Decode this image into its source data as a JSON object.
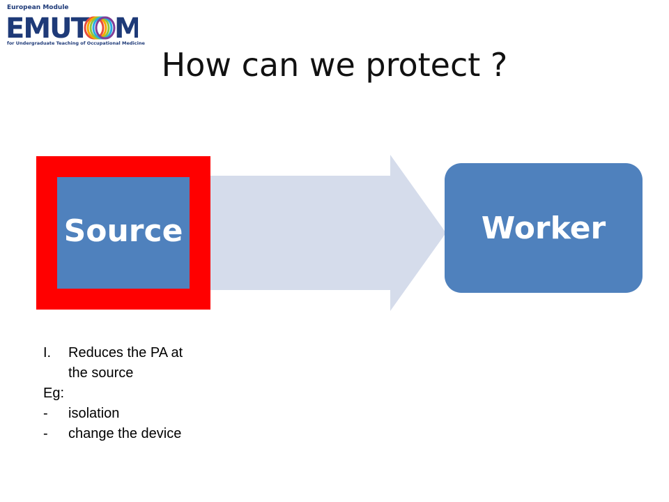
{
  "logo": {
    "top_text": "European Module",
    "word": "EMUTOOM",
    "bottom_text": "for Undergraduate Teaching of Occupational Medicine"
  },
  "title": "How can we protect ?",
  "diagram": {
    "source_label": "Source",
    "worker_label": "Worker",
    "box_color": "#4f81bd",
    "frame_color": "#ff0000",
    "arrow_color": "#d5dceb"
  },
  "notes": {
    "item_marker": "I.",
    "item_line1": "Reduces the PA at",
    "item_line2": "the source",
    "eg_label": "Eg:",
    "bullets": [
      {
        "marker": "-",
        "text": "isolation"
      },
      {
        "marker": "-",
        "text": "change the device"
      }
    ]
  }
}
